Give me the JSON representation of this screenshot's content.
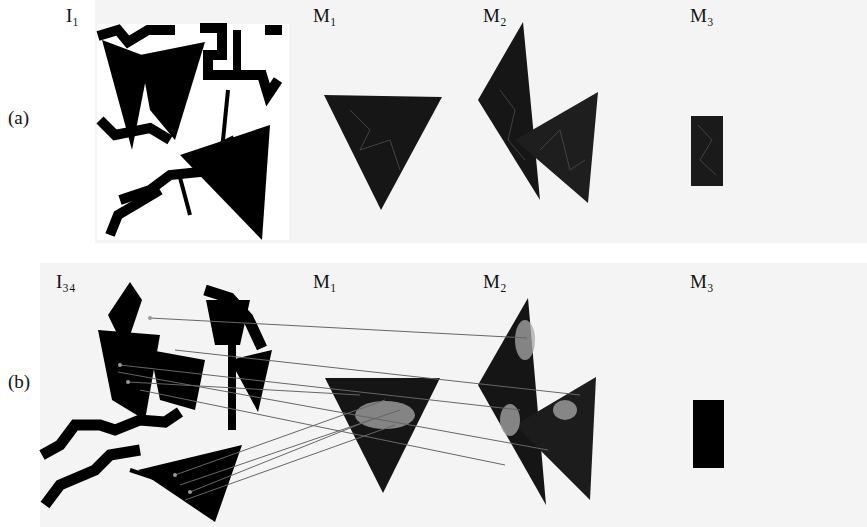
{
  "diagram": {
    "labels": [
      "I₁",
      "M₁",
      "M₂",
      "M₃",
      "(a)",
      "I₃₄",
      "M₁",
      "M₂",
      "M₃",
      "(b)"
    ]
  }
}
